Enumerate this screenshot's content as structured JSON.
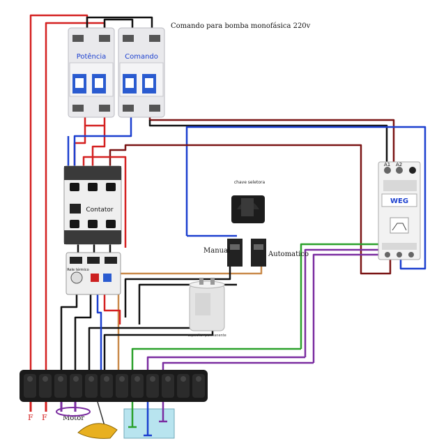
{
  "title": "Comando para bomba monofásica 220v",
  "breakers": {
    "left_label": "Potência",
    "right_label": "Comando"
  },
  "contactor": {
    "label": "Contator"
  },
  "overload": {
    "label": "Rele térmico"
  },
  "selector": {
    "title": "chave seletora",
    "manual_label": "Manual",
    "auto_label": "Automatico"
  },
  "capacitor": {
    "label": "capacitor permanente"
  },
  "level_relay": {
    "brand": "WEG",
    "terminal_a1": "A1",
    "terminal_a2": "A2"
  },
  "terminal_block": {
    "phase_left": "F",
    "phase_right": "F",
    "motor_label": "Motor"
  },
  "colors": {
    "wire_red": "#d42020",
    "wire_black": "#111111",
    "wire_blue": "#1b3fcf",
    "wire_darkred": "#7a1414",
    "wire_green": "#2aa02a",
    "wire_purple": "#7a2ca0",
    "wire_orange": "#c98a4a"
  }
}
